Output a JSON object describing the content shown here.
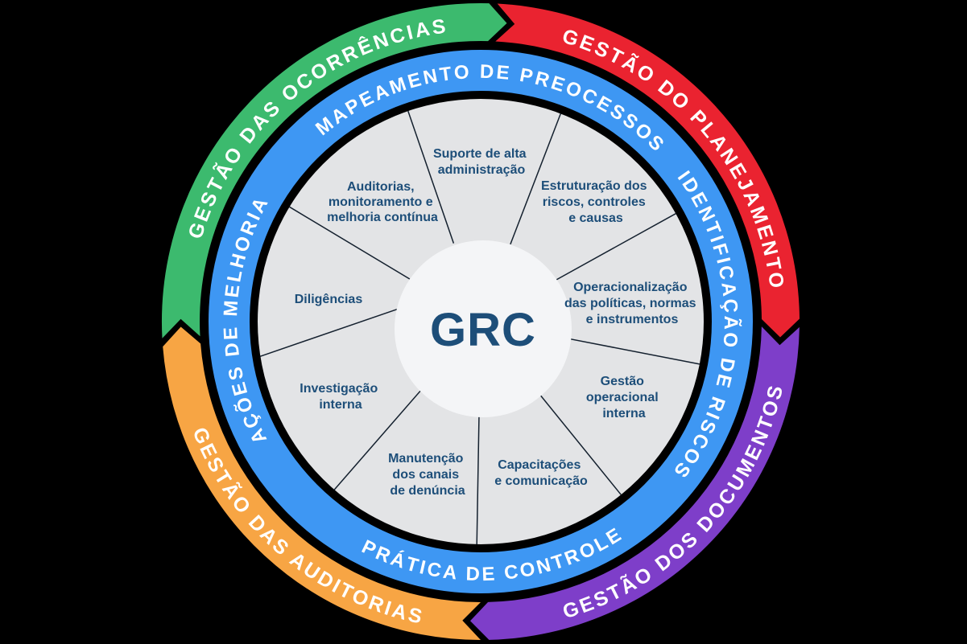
{
  "diagram": {
    "name": "GRC process wheel",
    "center_label": "GRC"
  },
  "colors": {
    "background": "#000000",
    "green": "#3cba6e",
    "red": "#ea2330",
    "purple": "#7e3ec9",
    "orange": "#f7a544",
    "blue": "#3e97f3",
    "inner_gray": "#e3e4e6",
    "center_white": "#f4f5f7",
    "navy_text": "#1d4e79",
    "ring_text": "#ffffff",
    "divider_line": "#14202e"
  },
  "outer_arcs": [
    {
      "label": "GESTÃO DAS OCORRÊNCIAS",
      "color": "green",
      "position": "top-left"
    },
    {
      "label": "GESTÃO DO PLANEJAMENTO",
      "color": "red",
      "position": "top-right"
    },
    {
      "label": "GESTÃO DOS DOCUMENTOS",
      "color": "purple",
      "position": "bottom-right"
    },
    {
      "label": "GESTÃO DAS AUDITORIAS",
      "color": "orange",
      "position": "bottom-left"
    }
  ],
  "blue_ring": {
    "top": "MAPEAMENTO DE PREOCESSOS",
    "right": "IDENTIFICAÇÃO DE RISCOS",
    "bottom": "PRÁTICA DE CONTROLE",
    "left": "AÇÕES DE MELHORIA"
  },
  "sectors": [
    {
      "lines": [
        "Suporte de alta",
        "administração"
      ]
    },
    {
      "lines": [
        "Estruturação dos",
        "riscos, controles",
        "e causas"
      ]
    },
    {
      "lines": [
        "Operacionalização",
        "das políticas, normas",
        "e instrumentos"
      ]
    },
    {
      "lines": [
        "Gestão",
        "operacional",
        "interna"
      ]
    },
    {
      "lines": [
        "Capacitações",
        "e comunicação"
      ]
    },
    {
      "lines": [
        "Manutenção",
        "dos canais",
        "de denúncia"
      ]
    },
    {
      "lines": [
        "Investigação",
        "interna"
      ]
    },
    {
      "lines": [
        "Diligências"
      ]
    },
    {
      "lines": [
        "Auditorias,",
        "monitoramento e",
        "melhoria contínua"
      ]
    }
  ]
}
